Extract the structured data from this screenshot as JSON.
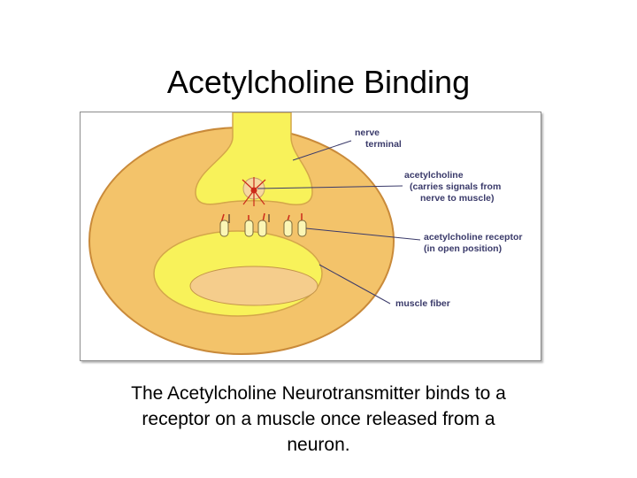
{
  "title": "Acetylcholine Binding",
  "diagram": {
    "labels": {
      "nerve_terminal": [
        "nerve",
        "terminal"
      ],
      "acetylcholine": [
        "acetylcholine",
        "(carries signals from",
        "nerve to muscle)"
      ],
      "receptor": [
        "acetylcholine receptor",
        "(in open position)"
      ],
      "muscle_fiber": [
        "muscle fiber"
      ]
    },
    "colors": {
      "cell_body": "#f3c36a",
      "cell_outline": "#c98a3a",
      "nerve_yellow": "#f8f25a",
      "muscle_yellow": "#f8f25a",
      "inner_ellipse": "#f5cd8c",
      "receptor_fill": "#fbf6b5",
      "molecule_red": "#cc2a1a",
      "label_text": "#3a3a6a"
    }
  },
  "caption": [
    "The Acetylcholine Neurotransmitter binds to a",
    "receptor on a muscle once released from a",
    "neuron."
  ]
}
